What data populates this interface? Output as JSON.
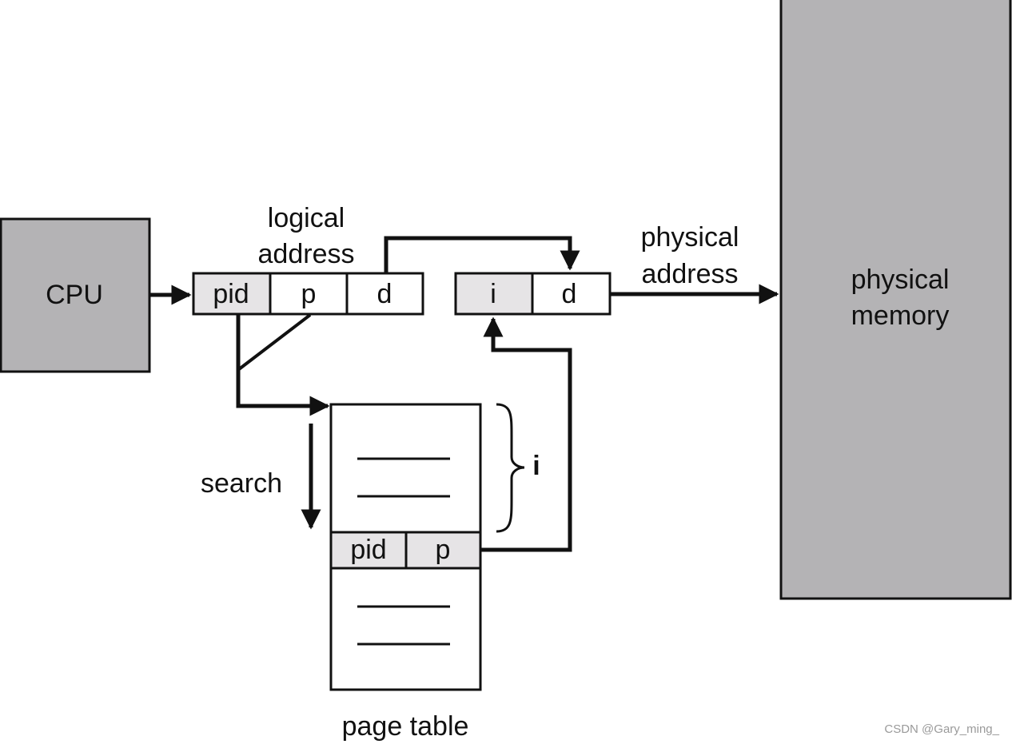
{
  "colors": {
    "box_gray": "#b4b3b5",
    "cell_gray": "#e6e4e6",
    "stroke": "#111111",
    "white": "#ffffff"
  },
  "cpu": {
    "label": "CPU"
  },
  "logical_address": {
    "label_line1": "logical",
    "label_line2": "address",
    "fields": [
      "pid",
      "p",
      "d"
    ]
  },
  "physical_address": {
    "label_line1": "physical",
    "label_line2": "address",
    "fields": [
      "i",
      "d"
    ]
  },
  "physical_memory": {
    "label_line1": "physical",
    "label_line2": "memory"
  },
  "page_table": {
    "label": "page table",
    "entry_fields": [
      "pid",
      "p"
    ],
    "index_label": "i"
  },
  "search": {
    "label": "search"
  },
  "watermark": "CSDN @Gary_ming_"
}
